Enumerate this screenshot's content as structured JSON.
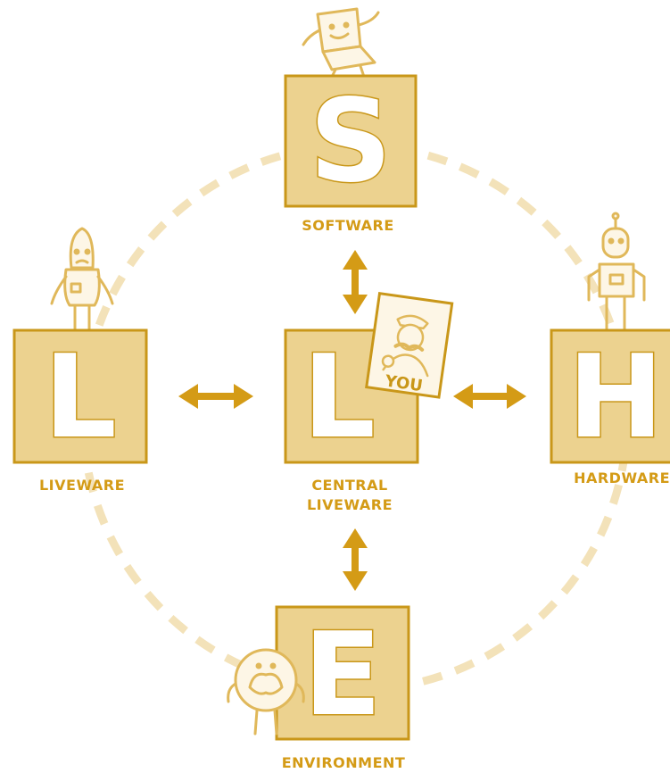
{
  "colors": {
    "box_fill": "#ecd28f",
    "box_stroke": "#c99719",
    "arrow": "#d49b16",
    "label": "#d49b16",
    "ring": "#f3e2b9",
    "character_line": "#e0b85a",
    "character_fill": "#fdf6e6"
  },
  "nodes": {
    "software": {
      "letter": "S",
      "label": "SOFTWARE",
      "character": "laptop-character-icon"
    },
    "liveware": {
      "letter": "L",
      "label": "LIVEWARE",
      "character": "person-character-icon"
    },
    "central": {
      "letter": "L",
      "label_line1": "CENTRAL",
      "label_line2": "LIVEWARE",
      "badge_text": "YOU",
      "character": "you-portrait-icon"
    },
    "hardware": {
      "letter": "H",
      "label": "HARDWARE",
      "character": "robot-character-icon"
    },
    "environment": {
      "letter": "E",
      "label": "ENVIRONMENT",
      "character": "cloud-character-icon"
    }
  },
  "connections": [
    {
      "from": "central",
      "to": "software"
    },
    {
      "from": "central",
      "to": "liveware"
    },
    {
      "from": "central",
      "to": "hardware"
    },
    {
      "from": "central",
      "to": "environment"
    }
  ]
}
